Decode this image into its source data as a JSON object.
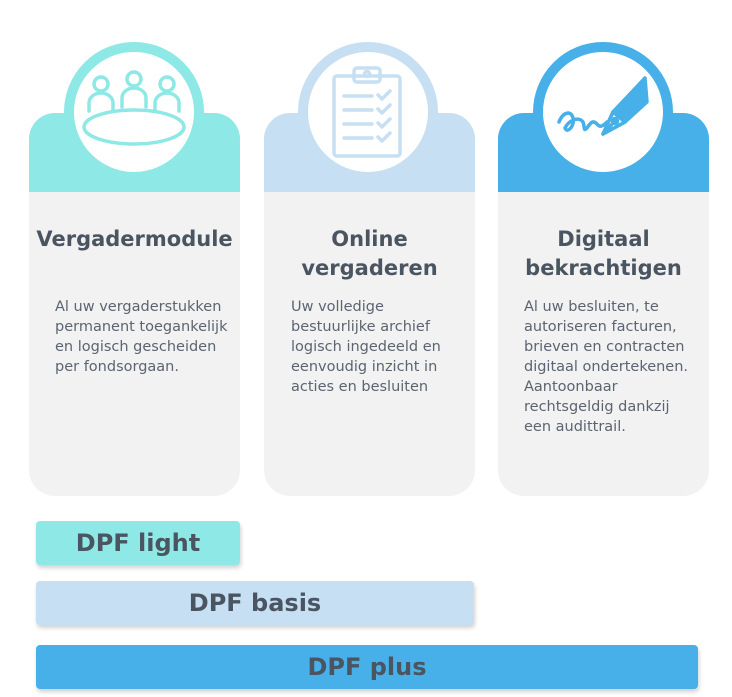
{
  "colors": {
    "light": "#8ee8e6",
    "basis": "#c7dff2",
    "plus": "#47b0e8",
    "card_bg": "#f2f2f2",
    "text": "#4b5561"
  },
  "cards": [
    {
      "icon": "meeting-table-icon",
      "title_lines": [
        "Vergadermodule"
      ],
      "desc_lines": [
        "Al uw vergaderstukken",
        "permanent toegankelijk",
        "en logisch gescheiden",
        "per fondsorgaan."
      ]
    },
    {
      "icon": "clipboard-checklist-icon",
      "title_lines": [
        "Online",
        "vergaderen"
      ],
      "desc_lines": [
        "Uw volledige",
        "bestuurlijke archief",
        "logisch ingedeeld en",
        "eenvoudig inzicht in",
        "acties en besluiten"
      ]
    },
    {
      "icon": "fountain-pen-signature-icon",
      "title_lines": [
        "Digitaal",
        "bekrachtigen"
      ],
      "desc_lines": [
        "Al uw besluiten, te",
        "autoriseren facturen,",
        "brieven en contracten",
        "digitaal ondertekenen.",
        "Aantoonbaar",
        "rechtsgeldig dankzij",
        "een audittrail."
      ]
    }
  ],
  "tiers": [
    {
      "label": "DPF light"
    },
    {
      "label": "DPF basis"
    },
    {
      "label": "DPF plus"
    }
  ]
}
